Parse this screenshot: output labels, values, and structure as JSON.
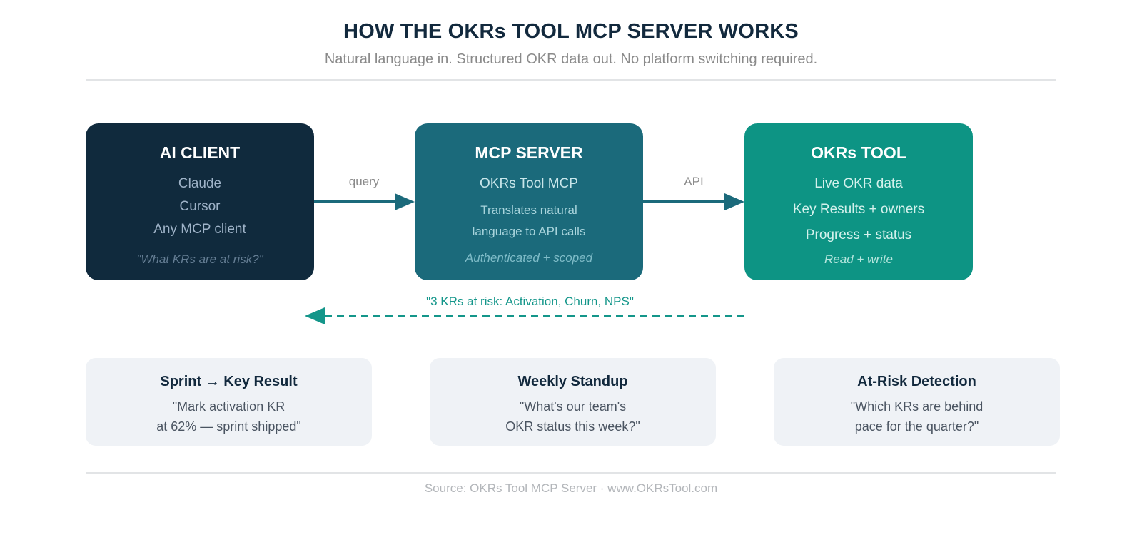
{
  "header": {
    "title": "HOW THE OKRs TOOL MCP SERVER WORKS",
    "subtitle": "Natural language in. Structured OKR data out. No platform switching required."
  },
  "flow": {
    "client": {
      "title": "AI CLIENT",
      "lines": [
        "Claude",
        "Cursor",
        "Any MCP client"
      ],
      "example": "\"What KRs are at risk?\""
    },
    "server": {
      "title": "MCP SERVER",
      "name": "OKRs Tool MCP",
      "description": [
        "Translates natural",
        "language to API calls"
      ],
      "note": "Authenticated + scoped"
    },
    "tool": {
      "title": "OKRs TOOL",
      "lines": [
        "Live OKR data",
        "Key Results + owners",
        "Progress + status"
      ],
      "note": "Read + write"
    },
    "arrows": {
      "client_to_server": "query",
      "server_to_tool": "API",
      "return": "\"3 KRs at risk: Activation, Churn, NPS\""
    }
  },
  "use_cases": [
    {
      "title": "Sprint → Key Result",
      "lines": [
        "\"Mark activation KR",
        "at 62% — sprint shipped\""
      ]
    },
    {
      "title": "Weekly Standup",
      "lines": [
        "\"What's our team's",
        "OKR status this week?\""
      ]
    },
    {
      "title": "At-Risk Detection",
      "lines": [
        "\"Which KRs are behind",
        "pace for the quarter?\""
      ]
    }
  ],
  "footer": {
    "source": "Source: OKRs Tool MCP Server · www.OKRsTool.com"
  },
  "colors": {
    "client_box": "#102a3d",
    "server_box": "#1b6a7b",
    "tool_box": "#0d9484",
    "arrow": "#1b6a7b",
    "return_arrow": "#14968a",
    "card_bg": "#eff2f6"
  }
}
